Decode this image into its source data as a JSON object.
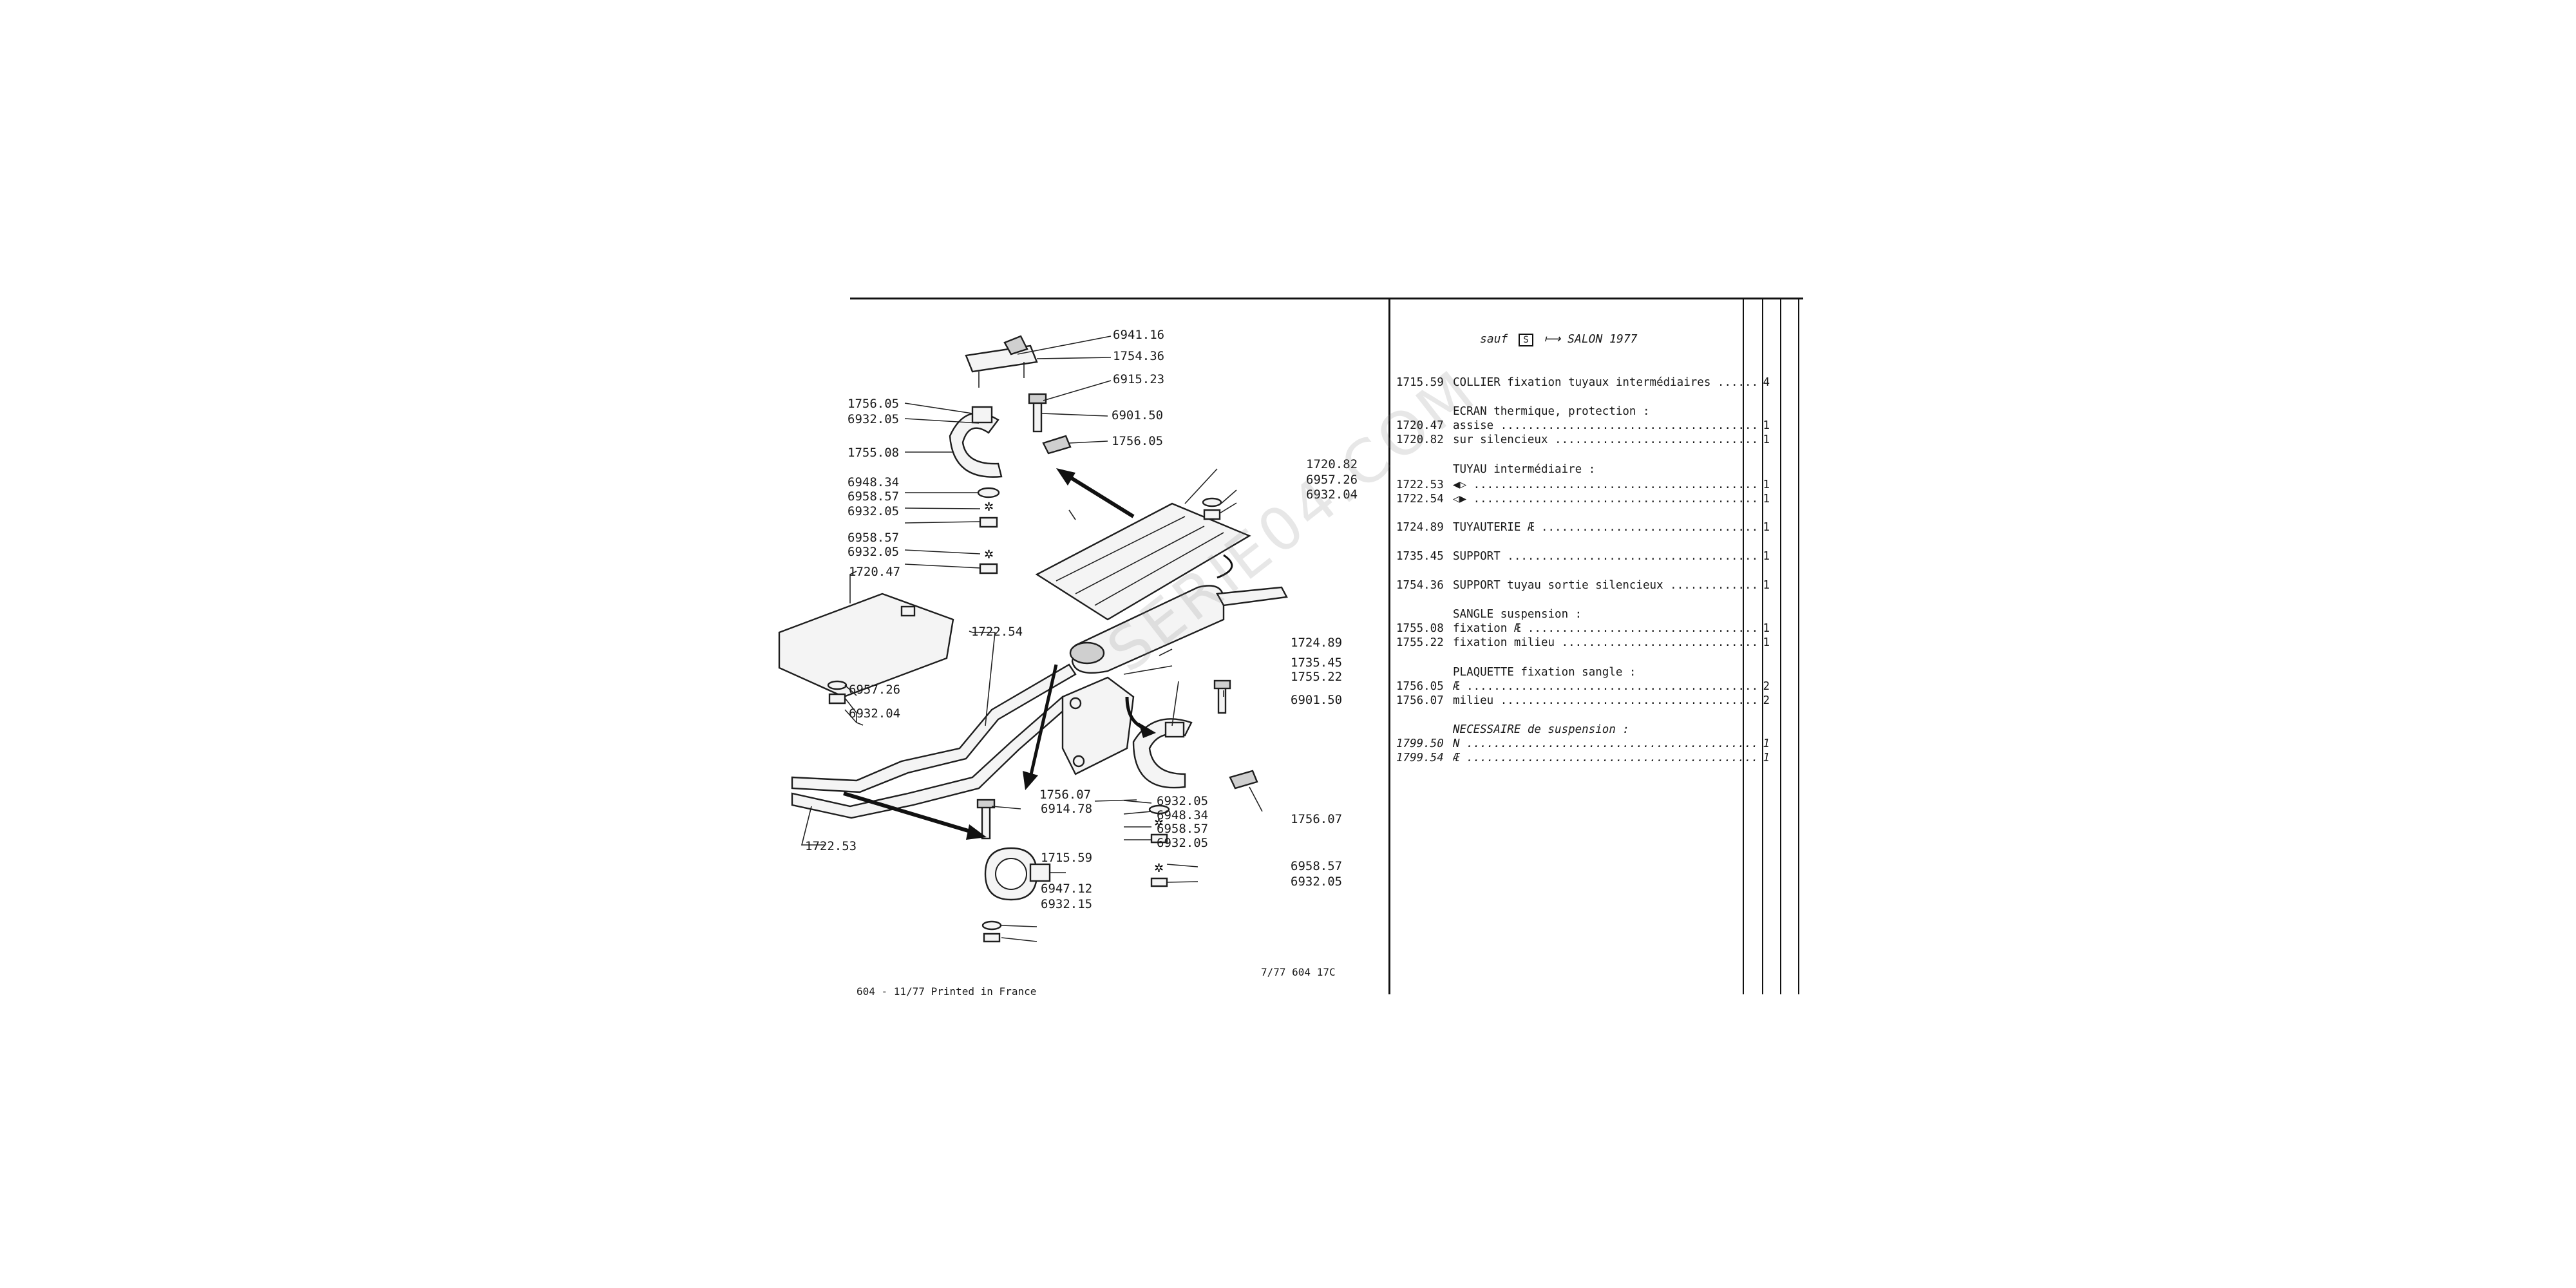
{
  "diagram": {
    "callouts": [
      {
        "id": "c1",
        "label": "6941.16"
      },
      {
        "id": "c2",
        "label": "1754.36"
      },
      {
        "id": "c3",
        "label": "6915.23"
      },
      {
        "id": "c4",
        "label": "1756.05"
      },
      {
        "id": "c5",
        "label": "6932.05"
      },
      {
        "id": "c6",
        "label": "6901.50"
      },
      {
        "id": "c7",
        "label": "1756.05"
      },
      {
        "id": "c8",
        "label": "1755.08"
      },
      {
        "id": "c9",
        "label": "6948.34"
      },
      {
        "id": "c10",
        "label": "6958.57"
      },
      {
        "id": "c11",
        "label": "6932.05"
      },
      {
        "id": "c12",
        "label": "6958.57"
      },
      {
        "id": "c13",
        "label": "6932.05"
      },
      {
        "id": "c14",
        "label": "1720.47"
      },
      {
        "id": "c15",
        "label": "1720.82"
      },
      {
        "id": "c16",
        "label": "6957.26"
      },
      {
        "id": "c17",
        "label": "6932.04"
      },
      {
        "id": "c18",
        "label": "1722.54"
      },
      {
        "id": "c19",
        "label": "1724.89"
      },
      {
        "id": "c20",
        "label": "1735.45"
      },
      {
        "id": "c21",
        "label": "1755.22"
      },
      {
        "id": "c22",
        "label": "6901.50"
      },
      {
        "id": "c23",
        "label": "6957.26"
      },
      {
        "id": "c24",
        "label": "6932.04"
      },
      {
        "id": "c25",
        "label": "1756.07"
      },
      {
        "id": "c26",
        "label": "6914.78"
      },
      {
        "id": "c27",
        "label": "6932.05"
      },
      {
        "id": "c28",
        "label": "6948.34"
      },
      {
        "id": "c29",
        "label": "6958.57"
      },
      {
        "id": "c30",
        "label": "6932.05"
      },
      {
        "id": "c31",
        "label": "1756.07"
      },
      {
        "id": "c32",
        "label": "1722.53"
      },
      {
        "id": "c33",
        "label": "1715.59"
      },
      {
        "id": "c34",
        "label": "6947.12"
      },
      {
        "id": "c35",
        "label": "6932.15"
      },
      {
        "id": "c36",
        "label": "6958.57"
      },
      {
        "id": "c37",
        "label": "6932.05"
      }
    ],
    "watermark": "SERIE04.COM",
    "code": "7/77 604 17C",
    "printed": "604 - 11/77 Printed in France"
  },
  "parts_list": {
    "header_prefix": "sauf",
    "header_box": "S",
    "header_arrow": "⟼",
    "header_suffix": "SALON 1977",
    "rows": [
      {
        "ref": "1715.59",
        "desc": "COLLIER fixation tuyaux intermédiaires",
        "qty": "4",
        "heading": false
      },
      {
        "ref": "",
        "desc": "ECRAN thermique, protection :",
        "qty": "",
        "heading": true
      },
      {
        "ref": "1720.47",
        "desc": "assise",
        "qty": "1",
        "heading": false
      },
      {
        "ref": "1720.82",
        "desc": "sur silencieux",
        "qty": "1",
        "heading": false
      },
      {
        "ref": "",
        "desc": "TUYAU intermédiaire :",
        "qty": "",
        "heading": true
      },
      {
        "ref": "1722.53",
        "desc": "◀▷",
        "qty": "1",
        "heading": false
      },
      {
        "ref": "1722.54",
        "desc": "◁▶",
        "qty": "1",
        "heading": false
      },
      {
        "ref": "1724.89",
        "desc": "TUYAUTERIE Æ",
        "qty": "1",
        "heading": false
      },
      {
        "ref": "1735.45",
        "desc": "SUPPORT",
        "qty": "1",
        "heading": false
      },
      {
        "ref": "1754.36",
        "desc": "SUPPORT tuyau sortie silencieux",
        "qty": "1",
        "heading": false
      },
      {
        "ref": "",
        "desc": "SANGLE suspension :",
        "qty": "",
        "heading": true
      },
      {
        "ref": "1755.08",
        "desc": "fixation Æ",
        "qty": "1",
        "heading": false
      },
      {
        "ref": "1755.22",
        "desc": "fixation milieu",
        "qty": "1",
        "heading": false
      },
      {
        "ref": "",
        "desc": "PLAQUETTE fixation sangle :",
        "qty": "",
        "heading": true
      },
      {
        "ref": "1756.05",
        "desc": "Æ",
        "qty": "2",
        "heading": false
      },
      {
        "ref": "1756.07",
        "desc": "milieu",
        "qty": "2",
        "heading": false
      },
      {
        "ref": "",
        "desc": "NECESSAIRE de suspension :",
        "qty": "",
        "heading": true
      },
      {
        "ref": "1799.50",
        "desc": "N",
        "qty": "1",
        "heading": false
      },
      {
        "ref": "1799.54",
        "desc": "Æ",
        "qty": "1",
        "heading": false
      }
    ]
  }
}
